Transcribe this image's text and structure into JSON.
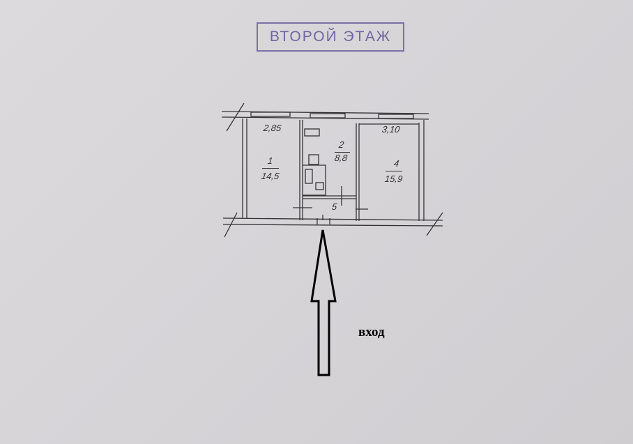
{
  "stamp": {
    "text": "ВТОРОЙ ЭТАЖ"
  },
  "plan": {
    "dimensions": {
      "left_room_width": "2,85",
      "right_room_width": "3,10"
    },
    "rooms": [
      {
        "number": "1",
        "area": "14,5"
      },
      {
        "number": "2",
        "area": "8,8"
      },
      {
        "number": "4",
        "area": "15,9"
      },
      {
        "number": "5"
      }
    ]
  },
  "entrance": {
    "label": "вход"
  },
  "colors": {
    "stamp": "#6e64a0",
    "ink": "#333333"
  }
}
